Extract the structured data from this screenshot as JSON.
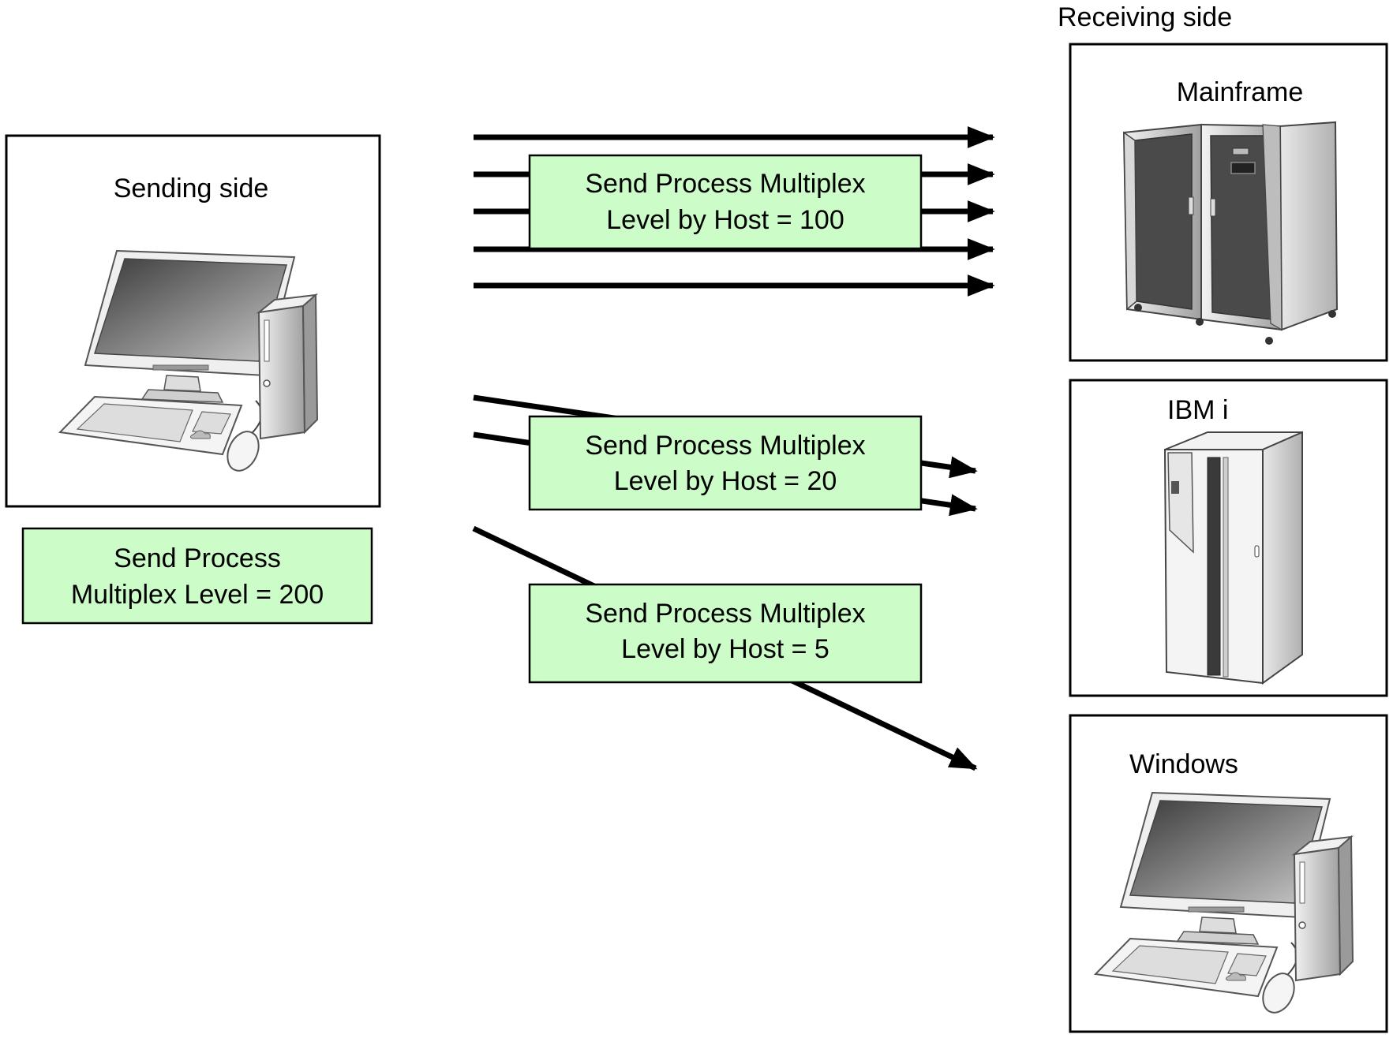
{
  "sending": {
    "title": "Sending side",
    "multiplex_line1": "Send Process",
    "multiplex_line2": "Multiplex Level = 200"
  },
  "receiving": {
    "header": "Receiving side",
    "hosts": [
      {
        "name": "Mainframe"
      },
      {
        "name": "IBM i"
      },
      {
        "name": "Windows"
      }
    ]
  },
  "connections": [
    {
      "line1": "Send Process Multiplex",
      "line2": "Level by Host = 100",
      "arrows": 5
    },
    {
      "line1": "Send Process Multiplex",
      "line2": "Level by Host = 20",
      "arrows": 2
    },
    {
      "line1": "Send Process Multiplex",
      "line2": "Level by Host = 5",
      "arrows": 1
    }
  ]
}
